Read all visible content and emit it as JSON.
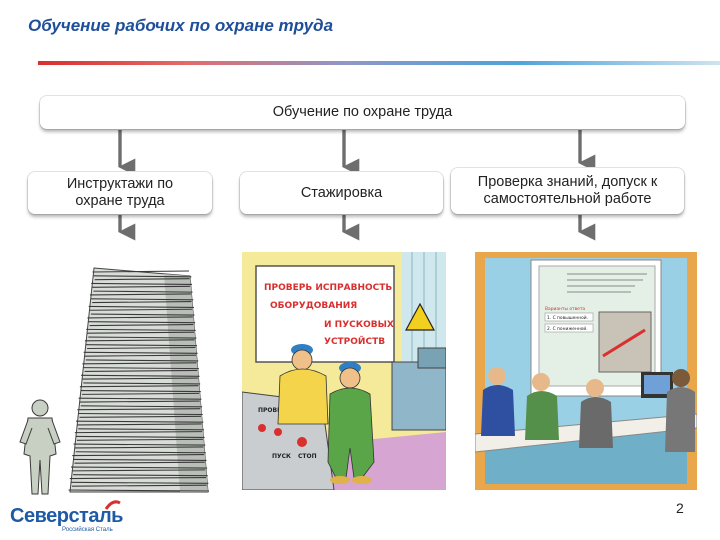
{
  "slide": {
    "title": "Обучение рабочих по охране труда",
    "page_number": "2"
  },
  "diagram": {
    "root": "Обучение по охране труда",
    "branches": [
      {
        "label": "Инструктажи по охране труда"
      },
      {
        "label": "Стажировка"
      },
      {
        "label": "Проверка знаний, допуск к самостоятельной работе"
      }
    ]
  },
  "illustrations": {
    "sign_text": [
      "ПРОВЕРЬ ИСПРАВНОСТЬ",
      "ОБОРУДОВАНИЯ",
      "И ПУСКОВЫХ",
      "УСТРОЙСТВ"
    ],
    "panel_labels": [
      "ПРОВЕРКА",
      "ПУСК",
      "СТОП"
    ],
    "exam_options_title": "Варианты ответа",
    "exam_options": [
      "1. С повышенной.",
      "2. С пониженной."
    ]
  },
  "logo": {
    "name": "Северсталь",
    "subtitle": "Российская Сталь"
  },
  "colors": {
    "title": "#1f4e9a",
    "arrow": "#6e6e6e",
    "accent_red": "#d9302f",
    "accent_blue": "#4da3da"
  }
}
